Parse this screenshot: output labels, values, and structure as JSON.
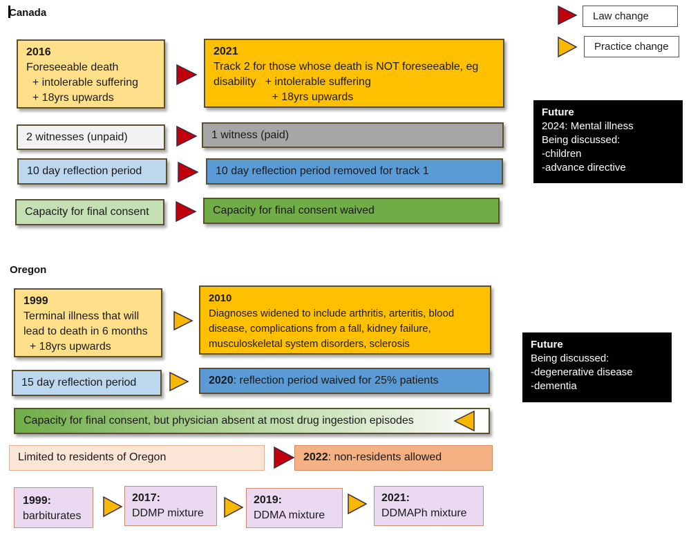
{
  "legend": {
    "law_change": {
      "label": "Law change",
      "color": "#c0000c"
    },
    "practice_change": {
      "label": "Practice change",
      "color": "#f6b800"
    }
  },
  "canada": {
    "heading": "Canada",
    "rows": [
      {
        "before": {
          "title": "2016",
          "lines": [
            "Foreseeable death",
            "  + intolerable suffering",
            "  + 18yrs upwards"
          ],
          "color": "#ffe08a"
        },
        "arrow": "law-change",
        "after": {
          "title": "2021",
          "lines": [
            "Track 2 for those whose death is NOT foreseeable, eg",
            "disability   + intolerable suffering",
            "                   + 18yrs upwards"
          ],
          "color": "#ffc000"
        }
      },
      {
        "before": {
          "text": "2 witnesses (unpaid)",
          "color": "#f2f2f2"
        },
        "arrow": "law-change",
        "after": {
          "text": "1 witness (paid)",
          "color": "#a6a6a6"
        }
      },
      {
        "before": {
          "text": "10 day reflection period",
          "color": "#bdd7ee"
        },
        "arrow": "law-change",
        "after": {
          "text": "10 day reflection period removed for track 1",
          "color": "#5b9bd5"
        }
      },
      {
        "before": {
          "text": "Capacity for final consent",
          "color": "#c5e0b4"
        },
        "arrow": "law-change",
        "after": {
          "text": "Capacity for final consent waived",
          "color": "#70ad47"
        }
      }
    ],
    "future": {
      "title": "Future",
      "lines": [
        "2024: Mental illness",
        "Being discussed:",
        "-children",
        "-advance directive"
      ]
    }
  },
  "oregon": {
    "heading": "Oregon",
    "rows": [
      {
        "before": {
          "title": "1999",
          "lines": [
            "Terminal illness that will",
            "lead to death in 6 months",
            "  + 18yrs upwards"
          ],
          "color": "#ffe08a"
        },
        "arrow": "practice-change",
        "after": {
          "title": "2010",
          "lines": [
            "Diagnoses widened to include arthritis, arteritis, blood",
            "disease, complications from a fall, kidney failure,",
            "musculoskeletal system disorders, sclerosis"
          ],
          "color": "#ffc000"
        }
      },
      {
        "before": {
          "text": "15 day reflection period",
          "color": "#bdd7ee"
        },
        "arrow": "practice-change",
        "after": {
          "bold": "2020",
          "text": ": reflection period waived for 25%  patients",
          "color": "#5b9bd5"
        }
      },
      {
        "single": {
          "text": "Capacity for final consent, but physician absent at most drug ingestion episodes",
          "gradient_from": "#70ad47",
          "gradient_to": "#ffffff"
        },
        "arrow": "practice-change-left"
      },
      {
        "before": {
          "text": "Limited to residents of Oregon",
          "color": "#fbe5d6"
        },
        "arrow": "law-change",
        "after": {
          "bold": "2022",
          "text": ": non-residents allowed",
          "color": "#f4b183"
        }
      }
    ],
    "drugs": [
      {
        "year": "1999:",
        "name": "barbiturates"
      },
      {
        "year": "2017:",
        "name": "DDMP mixture"
      },
      {
        "year": "2019:",
        "name": "DDMA mixture"
      },
      {
        "year": "2021:",
        "name": "DDMAPh mixture"
      }
    ],
    "future": {
      "title": "Future",
      "lines": [
        "Being discussed:",
        "-degenerative disease",
        "-dementia"
      ]
    }
  }
}
